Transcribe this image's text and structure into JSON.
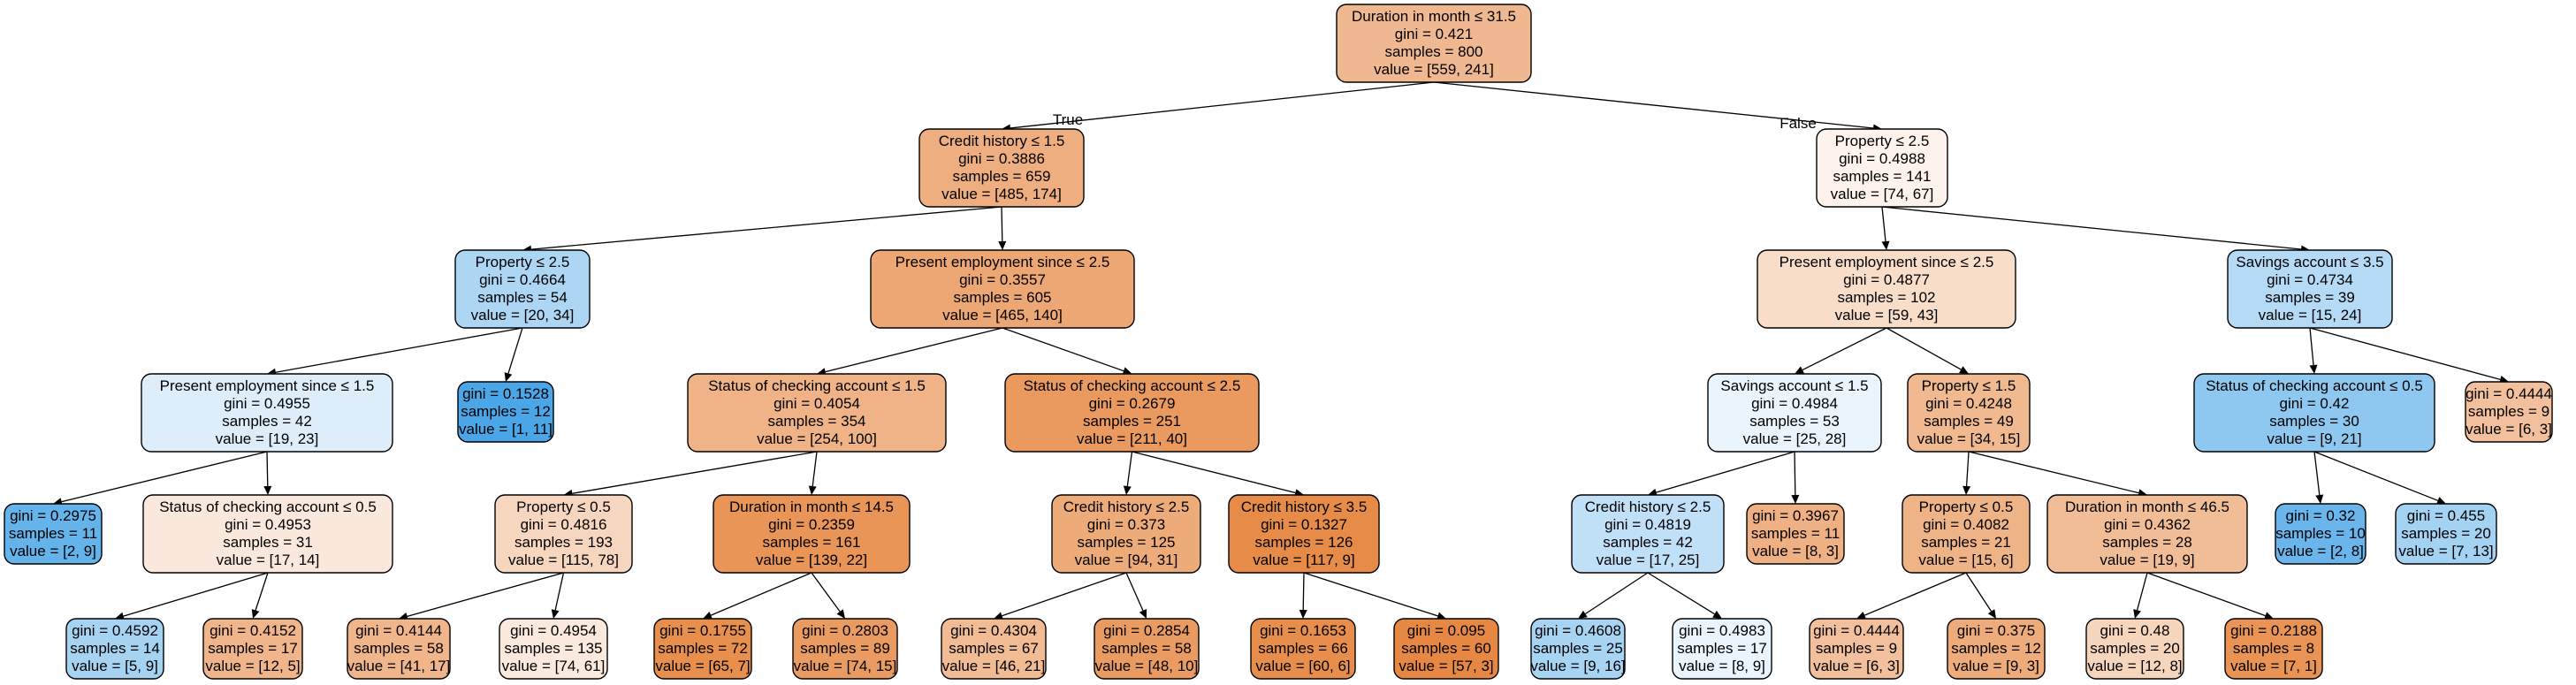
{
  "tree": {
    "nodes": [
      {
        "id": "n0",
        "lines": [
          "Duration in month ≤ 31.5",
          "gini = 0.421",
          "samples = 800",
          "value = [559, 241]"
        ],
        "fill": "#f0b890"
      },
      {
        "id": "n1",
        "lines": [
          "Credit history ≤ 1.5",
          "gini = 0.3886",
          "samples = 659",
          "value = [485, 174]"
        ],
        "fill": "#eeae80"
      },
      {
        "id": "n2",
        "lines": [
          "Property ≤ 2.5",
          "gini = 0.4988",
          "samples = 141",
          "value = [74, 67]"
        ],
        "fill": "#fdf3ec"
      },
      {
        "id": "n3",
        "lines": [
          "Property ≤ 2.5",
          "gini = 0.4664",
          "samples = 54",
          "value = [20, 34]"
        ],
        "fill": "#acd6f4"
      },
      {
        "id": "n4",
        "lines": [
          "Present employment since ≤ 2.5",
          "gini = 0.3557",
          "samples = 605",
          "value = [465, 140]"
        ],
        "fill": "#eda775"
      },
      {
        "id": "n5",
        "lines": [
          "Present employment since ≤ 2.5",
          "gini = 0.4877",
          "samples = 102",
          "value = [59, 43]"
        ],
        "fill": "#f8ddc9"
      },
      {
        "id": "n6",
        "lines": [
          "Savings account ≤ 3.5",
          "gini = 0.4734",
          "samples = 39",
          "value = [15, 24]"
        ],
        "fill": "#b5daf5"
      },
      {
        "id": "n7",
        "lines": [
          "Present employment since ≤ 1.5",
          "gini = 0.4955",
          "samples = 42",
          "value = [19, 23]"
        ],
        "fill": "#ddeefa"
      },
      {
        "id": "n8",
        "lines": [
          "gini = 0.1528",
          "samples = 12",
          "value = [1, 11]"
        ],
        "fill": "#4ba6e7"
      },
      {
        "id": "n9",
        "lines": [
          "Status of checking account ≤ 1.5",
          "gini = 0.4054",
          "samples = 354",
          "value = [254, 100]"
        ],
        "fill": "#efb387"
      },
      {
        "id": "n10",
        "lines": [
          "Status of checking account ≤ 2.5",
          "gini = 0.2679",
          "samples = 251",
          "value = [211, 40]"
        ],
        "fill": "#ea995f"
      },
      {
        "id": "n11",
        "lines": [
          "Savings account ≤ 1.5",
          "gini = 0.4984",
          "samples = 53",
          "value = [25, 28]"
        ],
        "fill": "#eaf4fc"
      },
      {
        "id": "n12",
        "lines": [
          "Property ≤ 1.5",
          "gini = 0.4248",
          "samples = 49",
          "value = [34, 15]"
        ],
        "fill": "#f0b990"
      },
      {
        "id": "n13",
        "lines": [
          "Status of checking account ≤ 0.5",
          "gini = 0.42",
          "samples = 30",
          "value = [9, 21]"
        ],
        "fill": "#8ec7f0"
      },
      {
        "id": "n14",
        "lines": [
          "gini = 0.4444",
          "samples = 9",
          "value = [6, 3]"
        ],
        "fill": "#f2c09c"
      },
      {
        "id": "n15",
        "lines": [
          "gini = 0.2975",
          "samples = 11",
          "value = [2, 9]"
        ],
        "fill": "#65b3eb"
      },
      {
        "id": "n16",
        "lines": [
          "Status of checking account ≤ 0.5",
          "gini = 0.4953",
          "samples = 31",
          "value = [17, 14]"
        ],
        "fill": "#fae8dc"
      },
      {
        "id": "n17",
        "lines": [
          "Property ≤ 0.5",
          "gini = 0.4816",
          "samples = 193",
          "value = [115, 78]"
        ],
        "fill": "#f7d6bf"
      },
      {
        "id": "n18",
        "lines": [
          "Duration in month ≤ 14.5",
          "gini = 0.2359",
          "samples = 161",
          "value = [139, 22]"
        ],
        "fill": "#e99558"
      },
      {
        "id": "n19",
        "lines": [
          "Credit history ≤ 2.5",
          "gini = 0.373",
          "samples = 125",
          "value = [94, 31]"
        ],
        "fill": "#eeab7a"
      },
      {
        "id": "n20",
        "lines": [
          "Credit history ≤ 3.5",
          "gini = 0.1327",
          "samples = 126",
          "value = [117, 9]"
        ],
        "fill": "#e78b48"
      },
      {
        "id": "n21",
        "lines": [
          "Credit history ≤ 2.5",
          "gini = 0.4819",
          "samples = 42",
          "value = [17, 25]"
        ],
        "fill": "#c0e0f7"
      },
      {
        "id": "n22",
        "lines": [
          "gini = 0.3967",
          "samples = 11",
          "value = [8, 3]"
        ],
        "fill": "#efb083"
      },
      {
        "id": "n23",
        "lines": [
          "Property ≤ 0.5",
          "gini = 0.4082",
          "samples = 21",
          "value = [15, 6]"
        ],
        "fill": "#efb388"
      },
      {
        "id": "n24",
        "lines": [
          "Duration in month ≤ 46.5",
          "gini = 0.4362",
          "samples = 28",
          "value = [19, 9]"
        ],
        "fill": "#f1bd97"
      },
      {
        "id": "n25",
        "lines": [
          "gini = 0.32",
          "samples = 10",
          "value = [2, 8]"
        ],
        "fill": "#6ab6ec"
      },
      {
        "id": "n26",
        "lines": [
          "gini = 0.455",
          "samples = 20",
          "value = [7, 13]"
        ],
        "fill": "#a4d2f3"
      },
      {
        "id": "n27",
        "lines": [
          "gini = 0.4592",
          "samples = 14",
          "value = [5, 9]"
        ],
        "fill": "#a7d3f3"
      },
      {
        "id": "n28",
        "lines": [
          "gini = 0.4152",
          "samples = 17",
          "value = [12, 5]"
        ],
        "fill": "#f0b58b"
      },
      {
        "id": "n29",
        "lines": [
          "gini = 0.4144",
          "samples = 58",
          "value = [41, 17]"
        ],
        "fill": "#f0b58b"
      },
      {
        "id": "n30",
        "lines": [
          "gini = 0.4954",
          "samples = 135",
          "value = [74, 61]"
        ],
        "fill": "#fae9dc"
      },
      {
        "id": "n31",
        "lines": [
          "gini = 0.1755",
          "samples = 72",
          "value = [65, 7]"
        ],
        "fill": "#e88f4e"
      },
      {
        "id": "n32",
        "lines": [
          "gini = 0.2803",
          "samples = 89",
          "value = [74, 15]"
        ],
        "fill": "#ea9b61"
      },
      {
        "id": "n33",
        "lines": [
          "gini = 0.4304",
          "samples = 67",
          "value = [46, 21]"
        ],
        "fill": "#f1bb93"
      },
      {
        "id": "n34",
        "lines": [
          "gini = 0.2854",
          "samples = 58",
          "value = [48, 10]"
        ],
        "fill": "#ea9b62"
      },
      {
        "id": "n35",
        "lines": [
          "gini = 0.1653",
          "samples = 66",
          "value = [60, 6]"
        ],
        "fill": "#e88e4d"
      },
      {
        "id": "n36",
        "lines": [
          "gini = 0.095",
          "samples = 60",
          "value = [57, 3]"
        ],
        "fill": "#e68843"
      },
      {
        "id": "n37",
        "lines": [
          "gini = 0.4608",
          "samples = 25",
          "value = [9, 16]"
        ],
        "fill": "#a8d4f4"
      },
      {
        "id": "n38",
        "lines": [
          "gini = 0.4983",
          "samples = 17",
          "value = [8, 9]"
        ],
        "fill": "#e9f4fc"
      },
      {
        "id": "n39",
        "lines": [
          "gini = 0.4444",
          "samples = 9",
          "value = [6, 3]"
        ],
        "fill": "#f2c09c"
      },
      {
        "id": "n40",
        "lines": [
          "gini = 0.375",
          "samples = 12",
          "value = [9, 3]"
        ],
        "fill": "#eeab7b"
      },
      {
        "id": "n41",
        "lines": [
          "gini = 0.48",
          "samples = 20",
          "value = [12, 8]"
        ],
        "fill": "#f6d5bd"
      },
      {
        "id": "n42",
        "lines": [
          "gini = 0.2188",
          "samples = 8",
          "value = [7, 1]"
        ],
        "fill": "#e99355"
      }
    ],
    "edge_labels": {
      "true": "True",
      "false": "False"
    }
  }
}
